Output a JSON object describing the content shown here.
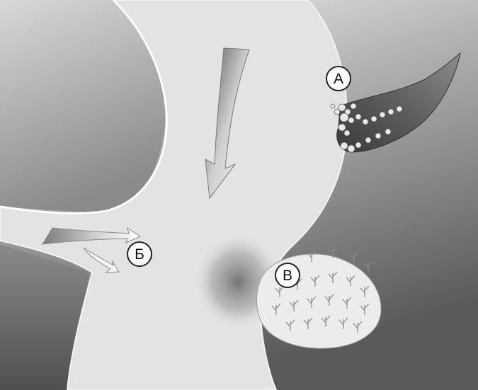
{
  "diagram": {
    "labels": [
      {
        "id": "a",
        "text": "А"
      },
      {
        "id": "b",
        "text": "Б"
      },
      {
        "id": "v",
        "text": "В"
      }
    ]
  }
}
